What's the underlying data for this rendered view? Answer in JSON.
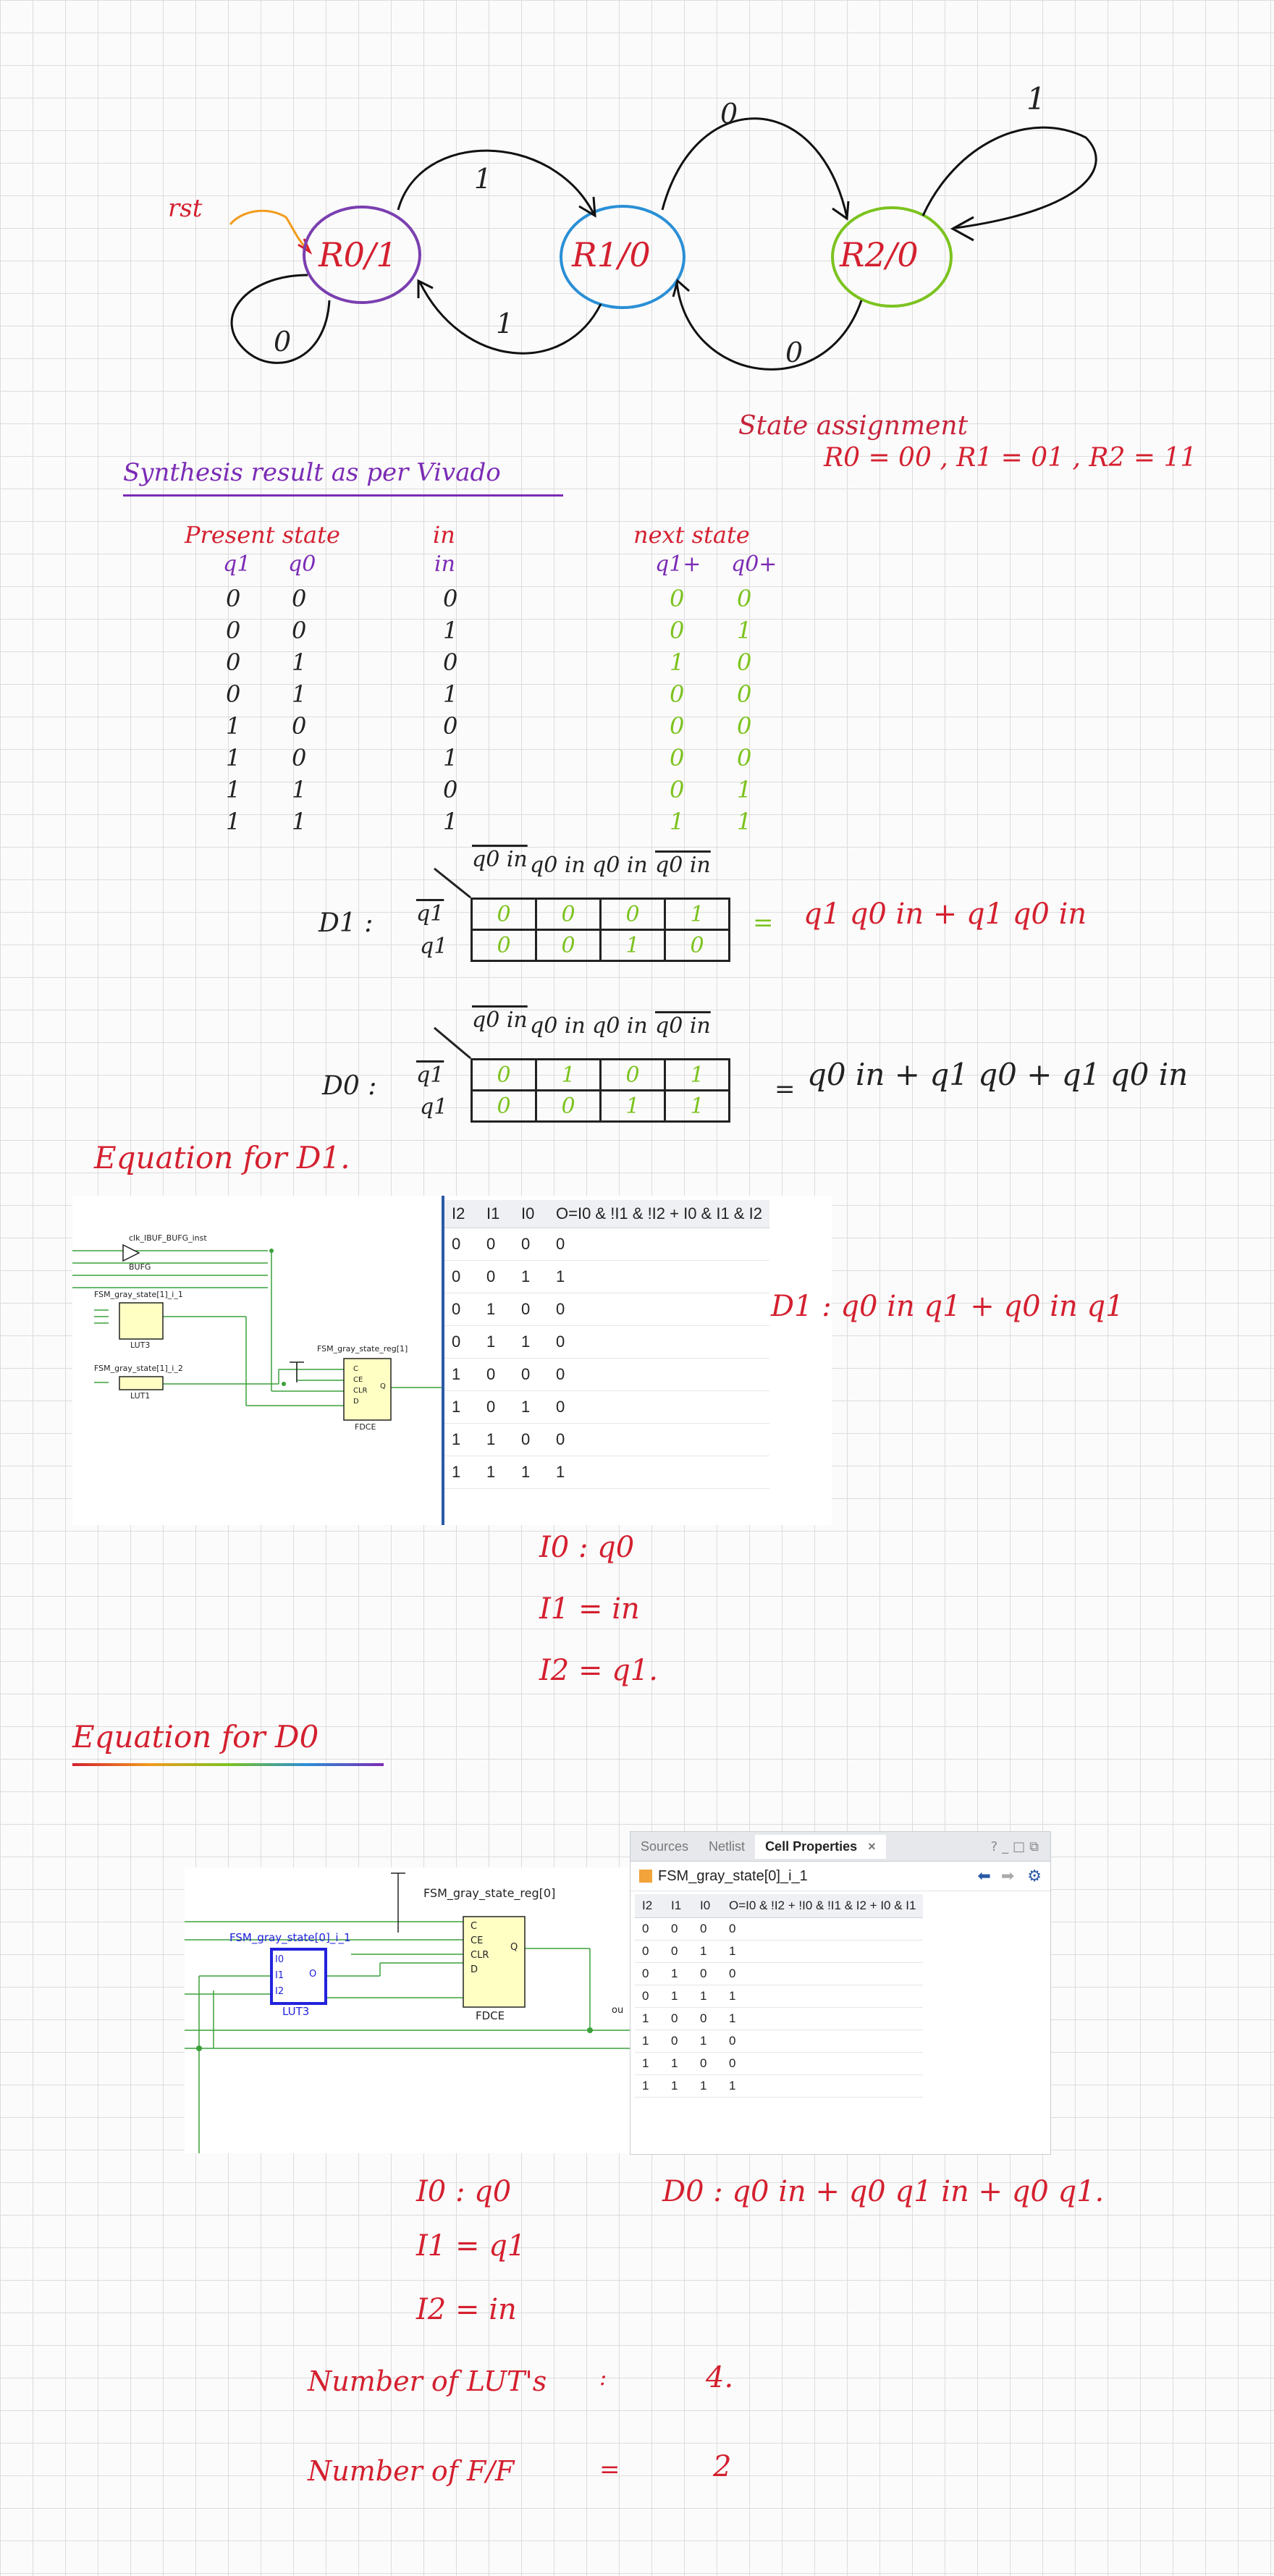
{
  "state_diagram": {
    "reset_label": "rst",
    "states": [
      "R0/1",
      "R1/0",
      "R2/0"
    ],
    "transitions": [
      "0",
      "1",
      "1",
      "0",
      "0",
      "1"
    ]
  },
  "state_assignment": {
    "title": "State assignment",
    "text": "R0 = 00 ,  R1 = 01 , R2 = 11"
  },
  "synthesis_title": "Synthesis result as per Vivado",
  "state_table": {
    "header_present": "Present state",
    "header_in": "in",
    "header_next": "next state",
    "sub_q1": "q1",
    "sub_q0": "q0",
    "sub_in": "in",
    "sub_q1p": "q1+",
    "sub_q0p": "q0+",
    "rows": [
      [
        "0",
        "0",
        "0",
        "0",
        "0"
      ],
      [
        "0",
        "0",
        "1",
        "0",
        "1"
      ],
      [
        "0",
        "1",
        "0",
        "1",
        "0"
      ],
      [
        "0",
        "1",
        "1",
        "0",
        "0"
      ],
      [
        "1",
        "0",
        "0",
        "0",
        "0"
      ],
      [
        "1",
        "0",
        "1",
        "0",
        "0"
      ],
      [
        "1",
        "1",
        "0",
        "0",
        "1"
      ],
      [
        "1",
        "1",
        "1",
        "1",
        "1"
      ]
    ]
  },
  "kmap_d1": {
    "label": "D1 :",
    "cols": [
      "q0 in",
      "q0 in",
      "q0 in",
      "q0 in"
    ],
    "rows": [
      "q1",
      "q1"
    ],
    "values": [
      [
        "0",
        "0",
        "0",
        "1"
      ],
      [
        "0",
        "0",
        "1",
        "0"
      ]
    ],
    "eq": "=",
    "result": "q1 q0 in + q1 q0 in"
  },
  "kmap_d0": {
    "label": "D0 :",
    "cols": [
      "q0 in",
      "q0 in",
      "q0 in",
      "q0 in"
    ],
    "rows": [
      "q1",
      "q1"
    ],
    "values": [
      [
        "0",
        "1",
        "0",
        "1"
      ],
      [
        "0",
        "0",
        "1",
        "1"
      ]
    ],
    "eq": "=",
    "result": "q0 in + q1 q0 + q1 q0 in"
  },
  "eq_d1_title": "Equation for D1.",
  "schematic1": {
    "bufg_inst": "clk_IBUF_BUFG_inst",
    "bufg_label": "BUFG",
    "lut_a_name": "FSM_gray_state[1]_i_1",
    "lut_a_type": "LUT3",
    "lut_b_name": "FSM_gray_state[1]_i_2",
    "lut_b_type": "LUT1",
    "ff_name": "FSM_gray_state_reg[1]",
    "ff_type": "FDCE",
    "ff_pins": [
      "C",
      "CE",
      "CLR",
      "D"
    ],
    "ff_out": "Q"
  },
  "truth1": {
    "headers": [
      "I2",
      "I1",
      "I0",
      "O=I0 & !I1 & !I2 + I0 & I1 & I2"
    ],
    "rows": [
      [
        "0",
        "0",
        "0",
        "0"
      ],
      [
        "0",
        "0",
        "1",
        "1"
      ],
      [
        "0",
        "1",
        "0",
        "0"
      ],
      [
        "0",
        "1",
        "1",
        "0"
      ],
      [
        "1",
        "0",
        "0",
        "0"
      ],
      [
        "1",
        "0",
        "1",
        "0"
      ],
      [
        "1",
        "1",
        "0",
        "0"
      ],
      [
        "1",
        "1",
        "1",
        "1"
      ]
    ]
  },
  "d1_result": "D1 : q0 in q1 + q0 in q1",
  "map_d1": [
    "I0 : q0",
    "I1 = in",
    "I2 = q1."
  ],
  "eq_d0_title": "Equation for D0",
  "schematic2": {
    "lut_name": "FSM_gray_state[0]_i_1",
    "lut_type": "LUT3",
    "lut_pins": [
      "I0",
      "I1",
      "I2"
    ],
    "lut_out": "O",
    "ff_name": "FSM_gray_state_reg[0]",
    "ff_type": "FDCE",
    "ff_pins": [
      "C",
      "CE",
      "CLR",
      "D"
    ],
    "ff_out": "Q",
    "edge_text": "ou"
  },
  "cell_props": {
    "tabs": [
      "Sources",
      "Netlist",
      "Cell Properties"
    ],
    "close": "×",
    "window_icons": [
      "?",
      "_",
      "□",
      "⧉"
    ],
    "cell_name": "FSM_gray_state[0]_i_1",
    "headers": [
      "I2",
      "I1",
      "I0",
      "O=I0 & !I2 + !I0 & !I1 & I2 + I0 & I1"
    ],
    "rows": [
      [
        "0",
        "0",
        "0",
        "0"
      ],
      [
        "0",
        "0",
        "1",
        "1"
      ],
      [
        "0",
        "1",
        "0",
        "0"
      ],
      [
        "0",
        "1",
        "1",
        "1"
      ],
      [
        "1",
        "0",
        "0",
        "1"
      ],
      [
        "1",
        "0",
        "1",
        "0"
      ],
      [
        "1",
        "1",
        "0",
        "0"
      ],
      [
        "1",
        "1",
        "1",
        "1"
      ]
    ]
  },
  "map_d0": [
    "I0 : q0",
    "I1 = q1",
    "I2 = in"
  ],
  "d0_result": "D0 : q0 in + q0 q1 in + q0 q1.",
  "lut_count_label": "Number of LUT's",
  "lut_count_eq": ":",
  "lut_count": "4.",
  "ff_count_label": "Number of F/F",
  "ff_count_eq": "=",
  "ff_count": "2"
}
